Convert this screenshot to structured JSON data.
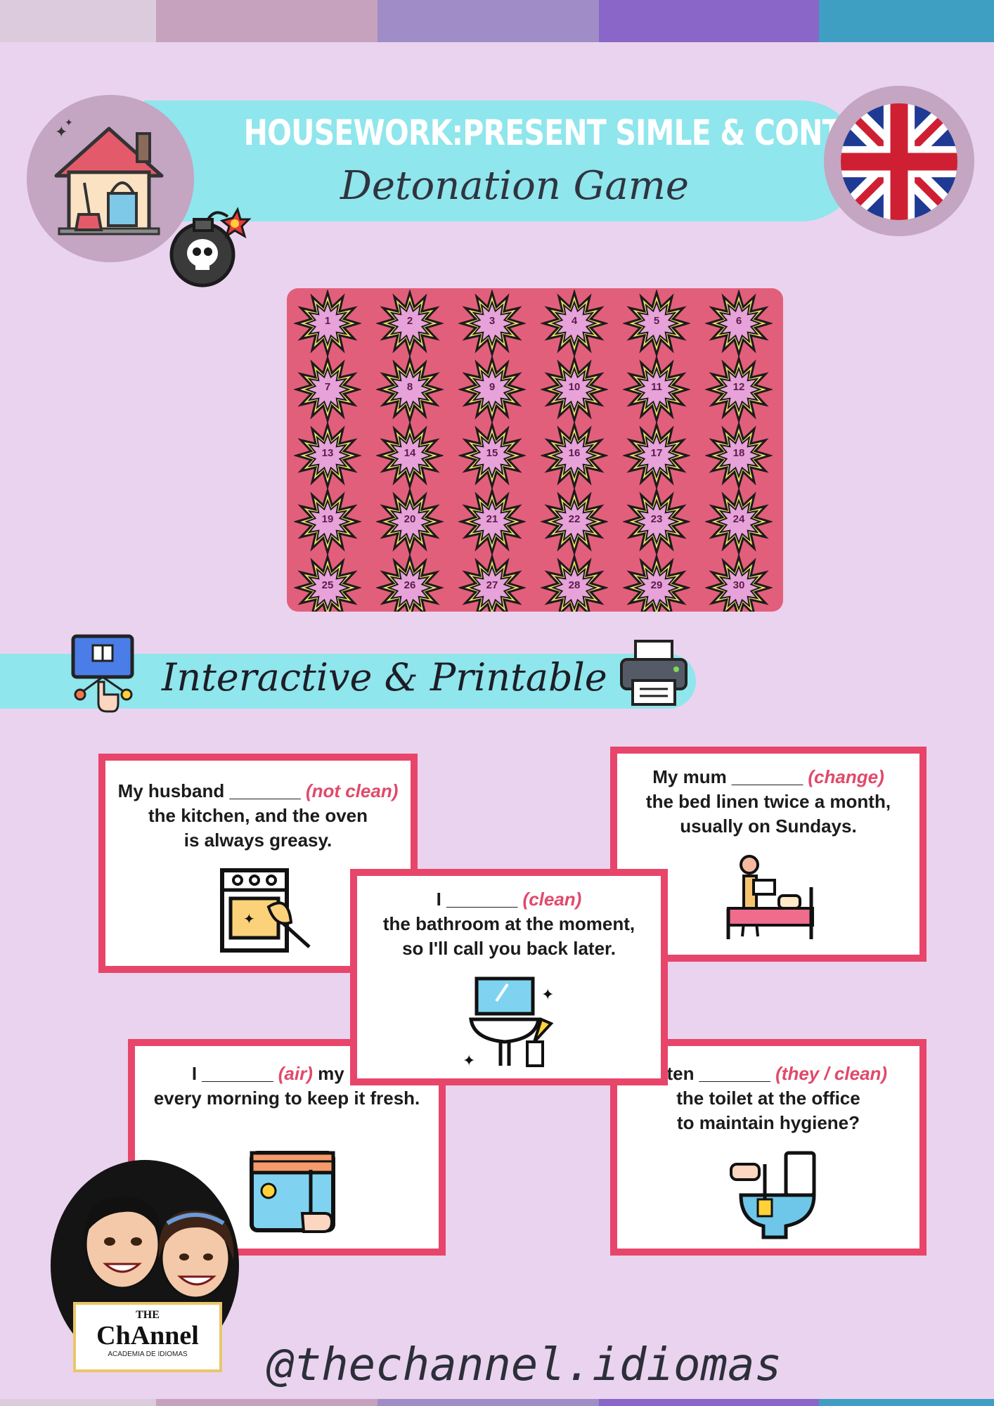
{
  "header": {
    "title": "HOUSEWORK:PRESENT SIMLE & CONTINUOUS",
    "subtitle": "Detonation Game"
  },
  "board": {
    "tiles": [
      1,
      2,
      3,
      4,
      5,
      6,
      7,
      8,
      9,
      10,
      11,
      12,
      13,
      14,
      15,
      16,
      17,
      18,
      19,
      20,
      21,
      22,
      23,
      24,
      25,
      26,
      27,
      28,
      29,
      30
    ]
  },
  "interactive_strip": {
    "label": "Interactive & Printable"
  },
  "cards": [
    {
      "before": "My husband _______ ",
      "verb": "(not clean)",
      "line2": "the kitchen, and the oven",
      "line3": "is always greasy.",
      "icon": "oven-cleaning-icon"
    },
    {
      "before": "My mum _______ ",
      "verb": "(change)",
      "line2": "the bed linen twice a month,",
      "line3": "usually on Sundays.",
      "icon": "bed-making-icon"
    },
    {
      "before": "I _______ ",
      "verb": "(clean)",
      "line2": "the bathroom at the moment,",
      "line3": "so I'll call you back later.",
      "icon": "sink-cleaning-icon"
    },
    {
      "before": "I _______ ",
      "verb": "(air)",
      "after": " my bed",
      "line2": "every morning to keep it fresh.",
      "icon": "window-airing-icon"
    },
    {
      "before": "often _______ ",
      "verb": "(they / clean)",
      "line2": "the toilet at the office",
      "line3": "to maintain hygiene?",
      "icon": "toilet-brush-icon"
    }
  ],
  "logo": {
    "line1": "THE",
    "line2": "ChAnnel",
    "line3": "ACADEMIA DE IDIOMAS"
  },
  "footer": {
    "handle": "@thechannel.idiomas"
  },
  "colors": {
    "background": "#ead3ee",
    "banner": "#8fe6ec",
    "accent": "#e8456a",
    "board": "#e25f7b"
  }
}
